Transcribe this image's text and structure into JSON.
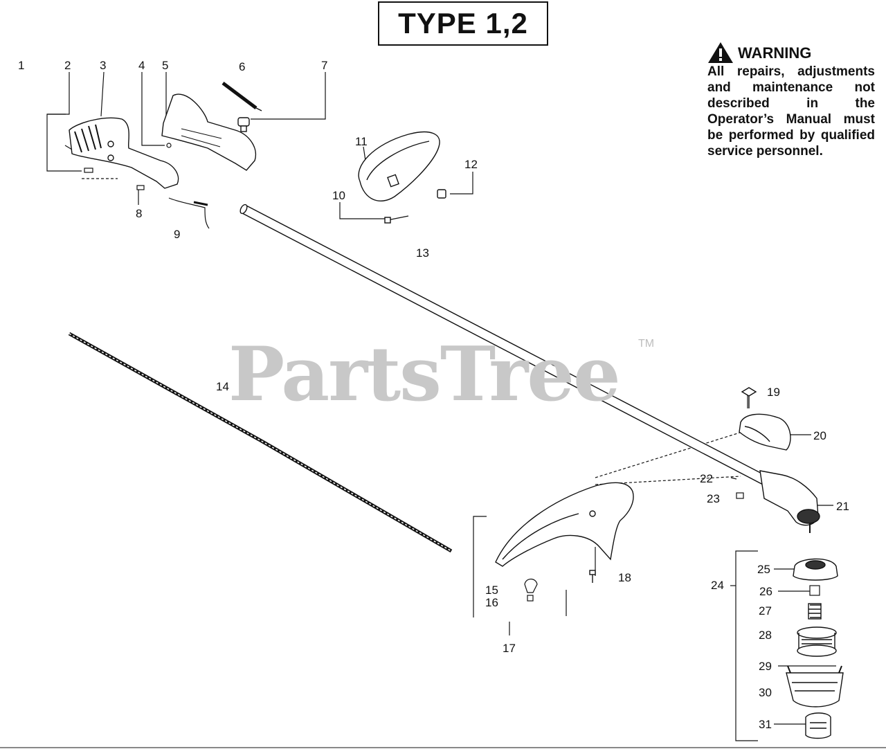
{
  "title": "TYPE 1,2",
  "warning": {
    "heading": "WARNING",
    "text": "All repairs, adjustments and maintenance not described in the Operator’s Manual must be performed by qualified service personnel.",
    "icon": "warning-triangle-icon"
  },
  "watermark": {
    "text": "PartsTree",
    "mark": "TM"
  },
  "parts": [
    {
      "id": "1"
    },
    {
      "id": "2"
    },
    {
      "id": "3"
    },
    {
      "id": "4"
    },
    {
      "id": "5"
    },
    {
      "id": "6"
    },
    {
      "id": "7"
    },
    {
      "id": "8"
    },
    {
      "id": "9"
    },
    {
      "id": "10"
    },
    {
      "id": "11"
    },
    {
      "id": "12"
    },
    {
      "id": "13"
    },
    {
      "id": "14"
    },
    {
      "id": "15"
    },
    {
      "id": "16"
    },
    {
      "id": "17"
    },
    {
      "id": "18"
    },
    {
      "id": "19"
    },
    {
      "id": "20"
    },
    {
      "id": "21"
    },
    {
      "id": "22"
    },
    {
      "id": "23"
    },
    {
      "id": "24"
    },
    {
      "id": "25"
    },
    {
      "id": "26"
    },
    {
      "id": "27"
    },
    {
      "id": "28"
    },
    {
      "id": "29"
    },
    {
      "id": "30"
    },
    {
      "id": "31"
    }
  ]
}
